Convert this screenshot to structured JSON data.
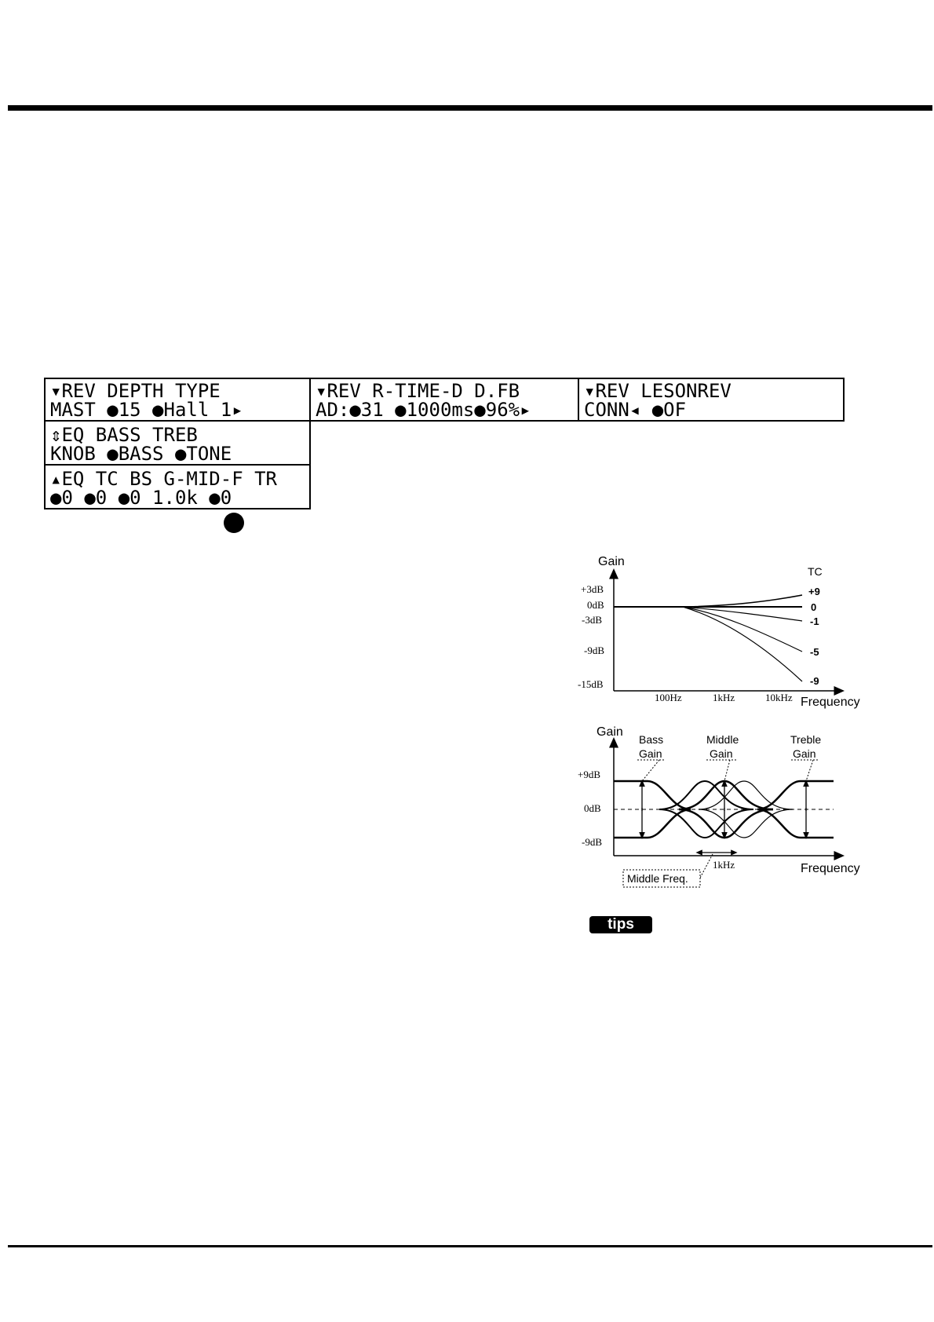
{
  "lcd_panels": {
    "rev_master": {
      "line1": "▾REV   DEPTH  TYPE",
      "line2": " MAST  ●15 ●Hall 1▸"
    },
    "rev_rtime": {
      "line1": "▾REV R-TIME-D  D.FB",
      "line2": " AD:●31 ●1000ms●96%▸"
    },
    "rev_conn": {
      "line1": "▾REV   LESONREV",
      "line2": " CONN◂   ●OF"
    },
    "eq_knob": {
      "line1": "⇕EQ     BASS  TREB",
      "line2": " KNOB ●BASS ●TONE"
    },
    "eq_detail": {
      "line1": "▴EQ TC BS G-MID-F TR",
      "line2": "   ●0 ●0 ●0 1.0k ●0"
    }
  },
  "tc_graph": {
    "y_title": "Gain",
    "x_title": "Frequency",
    "y_ticks": [
      "+3dB",
      "0dB",
      "-3dB",
      "-9dB",
      "-15dB"
    ],
    "x_ticks": [
      "100Hz",
      "1kHz",
      "10kHz"
    ],
    "curve_title": "TC",
    "curve_labels": [
      "+9",
      "0",
      "-1",
      "-5",
      "-9"
    ]
  },
  "eq_graph": {
    "y_title": "Gain",
    "x_title": "Frequency",
    "y_ticks": [
      "+9dB",
      "0dB",
      "-9dB"
    ],
    "x_tick": "1kHz",
    "bass_label": [
      "Bass",
      "Gain"
    ],
    "middle_label": [
      "Middle",
      "Gain"
    ],
    "treble_label": [
      "Treble",
      "Gain"
    ],
    "middle_freq_label": "Middle Freq."
  },
  "tips_label": "tips"
}
